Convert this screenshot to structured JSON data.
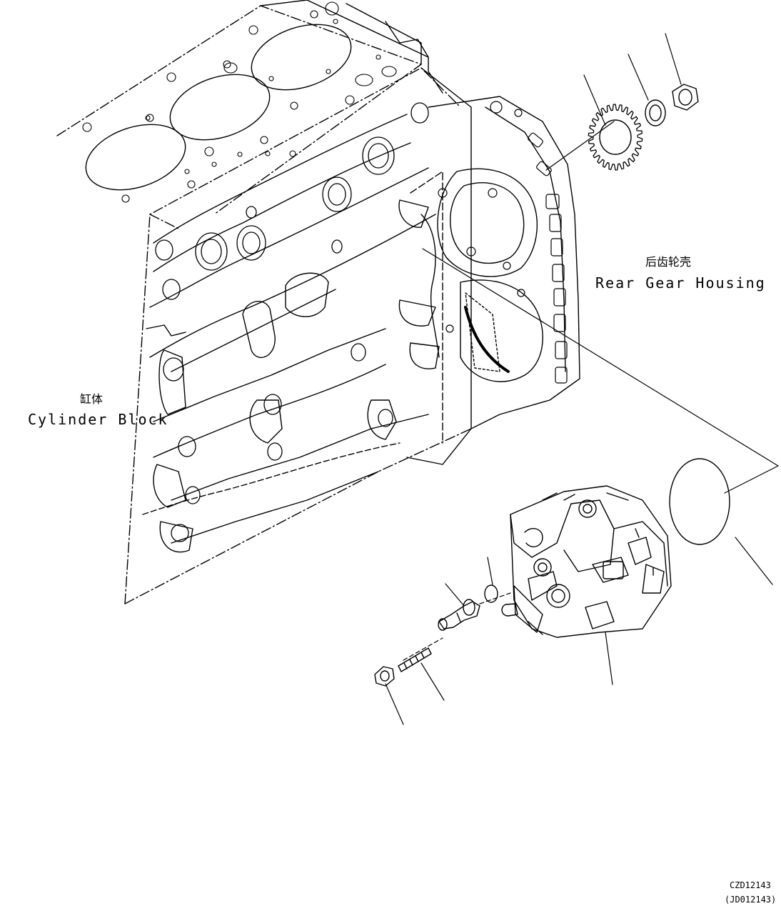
{
  "labels": {
    "rear_gear_housing_cn": "后齿轮壳",
    "rear_gear_housing_en": "Rear Gear Housing",
    "cylinder_block_cn": "缸体",
    "cylinder_block_en": "Cylinder Block"
  },
  "drawing_codes": {
    "primary": "CZD12143",
    "secondary": "(JD012143)"
  },
  "colors": {
    "line": "#000000",
    "background": "#ffffff"
  }
}
